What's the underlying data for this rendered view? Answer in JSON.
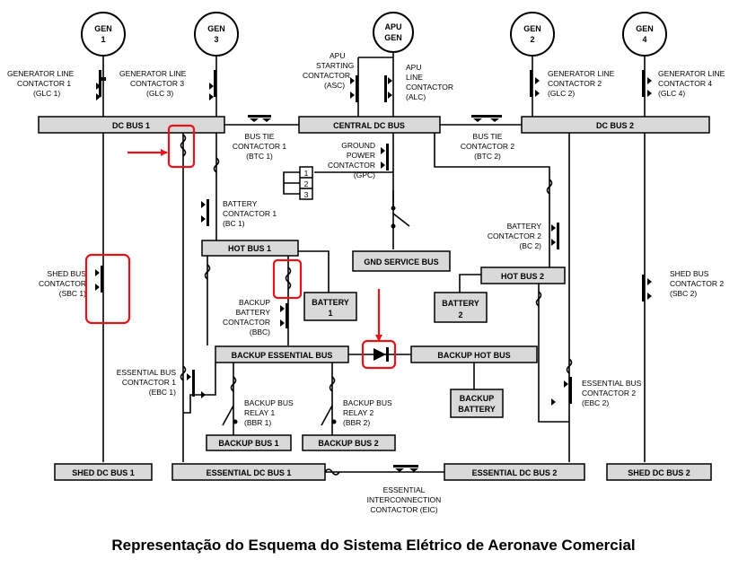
{
  "generators": [
    {
      "id": "gen1",
      "line1": "GEN",
      "line2": "1"
    },
    {
      "id": "gen3",
      "line1": "GEN",
      "line2": "3"
    },
    {
      "id": "apu",
      "line1": "APU",
      "line2": "GEN"
    },
    {
      "id": "gen2",
      "line1": "GEN",
      "line2": "2"
    },
    {
      "id": "gen4",
      "line1": "GEN",
      "line2": "4"
    }
  ],
  "buses": [
    {
      "id": "dc-bus-1",
      "label": "DC BUS 1"
    },
    {
      "id": "central-dc-bus",
      "label": "CENTRAL DC BUS"
    },
    {
      "id": "dc-bus-2",
      "label": "DC BUS 2"
    },
    {
      "id": "hot-bus-1",
      "label": "HOT BUS 1"
    },
    {
      "id": "gnd-service-bus",
      "label": "GND SERVICE BUS"
    },
    {
      "id": "hot-bus-2",
      "label": "HOT BUS 2"
    },
    {
      "id": "battery-1",
      "label": "BATTERY\n1"
    },
    {
      "id": "battery-2",
      "label": "BATTERY\n2"
    },
    {
      "id": "backup-essential-bus",
      "label": "BACKUP ESSENTIAL BUS"
    },
    {
      "id": "backup-hot-bus",
      "label": "BACKUP HOT BUS"
    },
    {
      "id": "backup-battery",
      "label": "BACKUP\nBATTERY"
    },
    {
      "id": "backup-bus-1",
      "label": "BACKUP BUS 1"
    },
    {
      "id": "backup-bus-2",
      "label": "BACKUP BUS 2"
    },
    {
      "id": "shed-dc-bus-1",
      "label": "SHED DC BUS 1"
    },
    {
      "id": "essential-dc-bus-1",
      "label": "ESSENTIAL DC BUS 1"
    },
    {
      "id": "essential-dc-bus-2",
      "label": "ESSENTIAL DC BUS 2"
    },
    {
      "id": "shed-dc-bus-2",
      "label": "SHED DC BUS 2"
    }
  ],
  "labels": [
    {
      "id": "glc1",
      "text": "GENERATOR LINE\nCONTACTOR 1\n(GLC 1)"
    },
    {
      "id": "glc3",
      "text": "GENERATOR LINE\nCONTACTOR 3\n(GLC 3)"
    },
    {
      "id": "asc",
      "text": "APU\nSTARTING\nCONTACTOR\n(ASC)"
    },
    {
      "id": "alc",
      "text": "APU\nLINE\nCONTACTOR\n(ALC)"
    },
    {
      "id": "glc2",
      "text": "GENERATOR LINE\nCONTACTOR 2\n(GLC 2)"
    },
    {
      "id": "glc4",
      "text": "GENERATOR LINE\nCONTACTOR 4\n(GLC 4)"
    },
    {
      "id": "btc1",
      "text": "BUS TIE\nCONTACTOR 1\n(BTC 1)"
    },
    {
      "id": "btc2",
      "text": "BUS TIE\nCONTACTOR 2\n(BTC 2)"
    },
    {
      "id": "gpc",
      "text": "GROUND\nPOWER\nCONTACTOR\n(GPC)"
    },
    {
      "id": "bc1",
      "text": "BATTERY\nCONTACTOR 1\n(BC 1)"
    },
    {
      "id": "bc2",
      "text": "BATTERY\nCONTACTOR 2\n(BC 2)"
    },
    {
      "id": "sbc1",
      "text": "SHED BUS\nCONTACTOR\n(SBC 1)"
    },
    {
      "id": "sbc2",
      "text": "SHED BUS\nCONTACTOR 2\n(SBC 2)"
    },
    {
      "id": "bbc",
      "text": "BACKUP\nBATTERY\nCONTACTOR\n(BBC)"
    },
    {
      "id": "ebc1",
      "text": "ESSENTIAL BUS\nCONTACTOR 1\n(EBC 1)"
    },
    {
      "id": "ebc2",
      "text": "ESSENTIAL BUS\nCONTACTOR 2\n(EBC 2)"
    },
    {
      "id": "bbr1",
      "text": "BACKUP BUS\nRELAY 1\n(BBR 1)"
    },
    {
      "id": "bbr2",
      "text": "BACKUP BUS\nRELAY 2\n(BBR 2)"
    },
    {
      "id": "eic",
      "text": "ESSENTIAL\nINTERCONNECTION\nCONTACTOR (EIC)"
    }
  ],
  "ground_power_connector_pins": [
    "1",
    "2",
    "3"
  ],
  "caption": "Representação do Esquema do Sistema Elétrico de Aeronave Comercial",
  "colors": {
    "bus_fill": "#d9d9d9",
    "annotation": "#e5141b",
    "line": "#000000"
  }
}
